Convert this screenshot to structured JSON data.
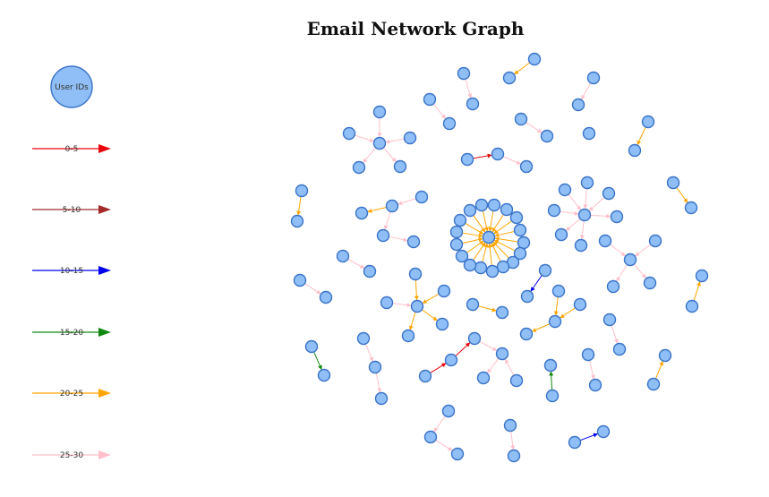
{
  "title": "Email Network Graph",
  "legend": {
    "node_label": "User IDs",
    "node_color": "#8fbff6",
    "node_stroke": "#3a73c8",
    "items": [
      {
        "label": "0-5",
        "color": "#e8070d"
      },
      {
        "label": "5-10",
        "color": "#a52a2a"
      },
      {
        "label": "10-15",
        "color": "#0000ee"
      },
      {
        "label": "15-20",
        "color": "#118811"
      },
      {
        "label": "20-25",
        "color": "#ffa500"
      },
      {
        "label": "25-30",
        "color": "#ffc0cb"
      }
    ]
  }
}
